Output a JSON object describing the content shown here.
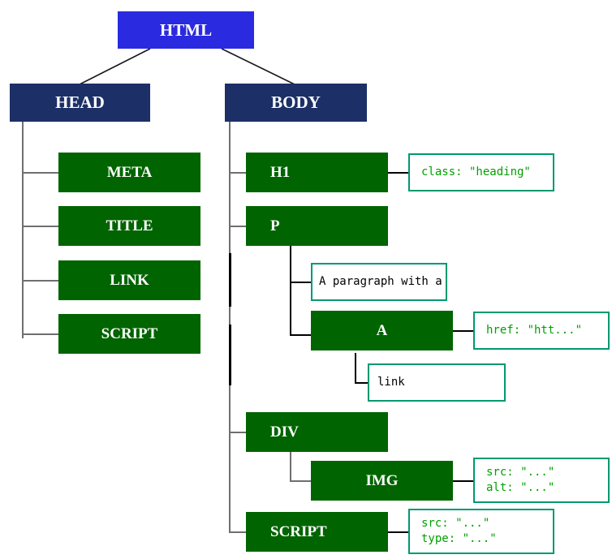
{
  "diagram": {
    "type": "dom-tree",
    "title": "HTML DOM tree structure",
    "colors": {
      "root": "#2a2ae0",
      "section": "#1c2f66",
      "tag": "#006400",
      "attr_text": "#00a000",
      "attr_border": "#009970",
      "text_node": "#000000",
      "connector": "#6f6f6f",
      "connector_dark": "#000000",
      "background": "#ffffff"
    },
    "nodes": {
      "root": {
        "label": "HTML"
      },
      "head": {
        "label": "HEAD"
      },
      "body": {
        "label": "BODY"
      },
      "meta": {
        "label": "META"
      },
      "title": {
        "label": "TITLE"
      },
      "link": {
        "label": "LINK"
      },
      "head_script": {
        "label": "SCRIPT"
      },
      "h1": {
        "label": "H1"
      },
      "p": {
        "label": "P"
      },
      "a": {
        "label": "A"
      },
      "div": {
        "label": "DIV"
      },
      "img": {
        "label": "IMG"
      },
      "body_script": {
        "label": "SCRIPT"
      }
    },
    "attributes": {
      "h1_attr": {
        "line1": "class: \"heading\""
      },
      "a_attr": {
        "line1": "href: \"htt...\""
      },
      "img_attr": {
        "line1": "src: \"...\"",
        "line2": "alt: \"...\""
      },
      "script_attr": {
        "line1": "src: \"...\"",
        "line2": "type: \"...\""
      }
    },
    "text_nodes": {
      "p_text": {
        "value": "A paragraph with a"
      },
      "a_text": {
        "value": "link"
      }
    }
  }
}
